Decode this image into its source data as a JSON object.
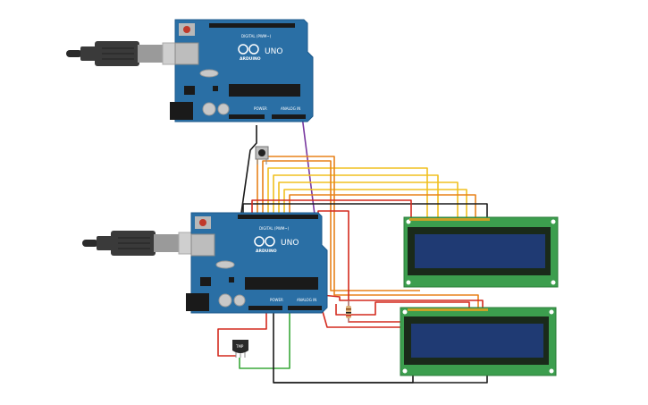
{
  "arduino_top": {
    "logo": "ARDUINO",
    "model": "UNO",
    "digital_label": "DIGITAL (PWM~)",
    "power_label": "POWER",
    "analog_label": "ANALOG IN"
  },
  "arduino_bottom": {
    "logo": "ARDUINO",
    "model": "UNO",
    "digital_label": "DIGITAL (PWM~)",
    "power_label": "POWER",
    "analog_label": "ANALOG IN"
  },
  "sensor": {
    "label": "TMP"
  },
  "colors": {
    "board": "#2a6fa5",
    "board_edge": "#1d5a8c",
    "lcd_pcb": "#3c9e4e",
    "lcd_glass": "#1f3a73",
    "wire_black": "#1a1a1a",
    "wire_red": "#d42a1e",
    "wire_orange": "#e8821a",
    "wire_yellow": "#f0c020",
    "wire_green": "#3aa83a",
    "wire_purple": "#7a3aa0",
    "usb_plug": "#777777"
  },
  "icons": {
    "usb_cable": "usb-cable-icon",
    "pushbutton": "pushbutton-icon",
    "resistor": "resistor-icon",
    "temperature_sensor": "temperature-sensor-icon"
  }
}
